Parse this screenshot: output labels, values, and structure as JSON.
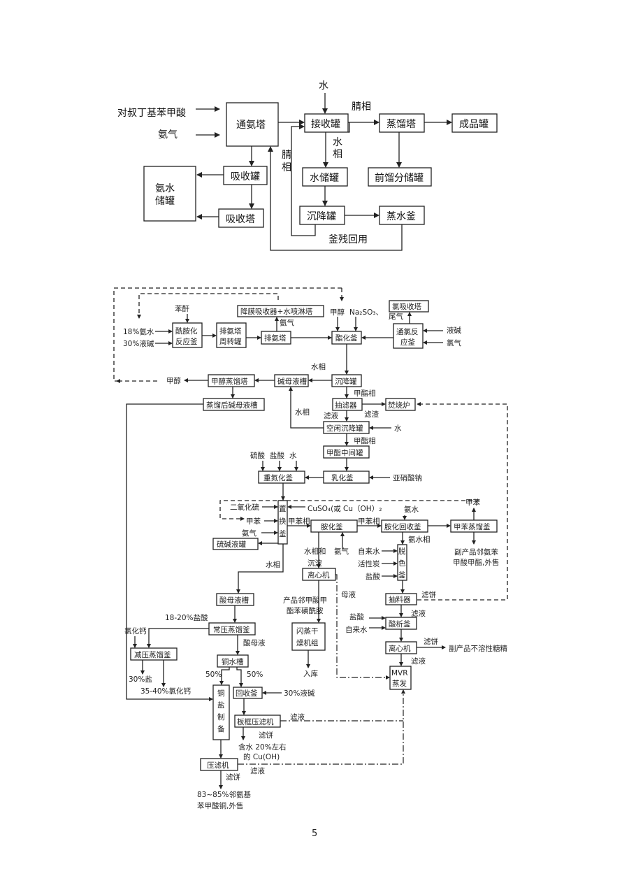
{
  "page_number": "5",
  "diagram1": {
    "inputs": {
      "acid": "对叔丁基苯甲酸",
      "ammonia": "氨气",
      "water": "水"
    },
    "boxes": {
      "ammonia_tower": "通氨塔",
      "absorb_tank": "吸收罐",
      "absorb_tower": "吸收塔",
      "ammonia_water_tank_1": "氨水",
      "ammonia_water_tank_2": "储罐",
      "receive_tank": "接收罐",
      "water_tank": "水储罐",
      "settle_tank": "沉降罐",
      "distill_tower": "蒸馏塔",
      "product_tank": "成品罐",
      "front_fraction_tank": "前馏分储罐",
      "steam_kettle": "蒸水釜"
    },
    "labels": {
      "nitrile_phase_top": "腈相",
      "water_phase_1": "水",
      "water_phase_2": "相",
      "nitrile_phase_left_1": "腈",
      "nitrile_phase_left_2": "相",
      "residue_reuse": "釜残回用"
    }
  },
  "diagram2": {
    "boxes": {
      "amidation_reactor_1": "酰胺化",
      "amidation_reactor_2": "反应釜",
      "deammonia_transfer_1": "排氨塔",
      "deammonia_transfer_2": "周转罐",
      "deammonia_tower": "排氨塔",
      "film_absorber": "降膜吸收器+水喷淋塔",
      "esterify_kettle": "酯化釜",
      "chlorine_absorber": "氯吸收塔",
      "chlorination_1": "通氯反",
      "chlorination_2": "应釜",
      "settle_tank": "沉降罐",
      "lye_tank": "碱母液槽",
      "methanol_still": "甲醇蒸馏塔",
      "post_distill_lye": "蒸馏后碱母液槽",
      "suction_filter": "抽滤器",
      "incinerator": "焚烧炉",
      "air_settle": "空闲沉降罐",
      "ester_intermediate": "甲酯中间罐",
      "emulsify_kettle": "乳化釜",
      "diazo_kettle": "重氮化釜",
      "displacement_1": "置",
      "displacement_2": "换",
      "displacement_3": "釜",
      "sulfite_tank": "硫碱液罐",
      "ammonolysis_kettle": "胺化釜",
      "ammonolysis_recovery": "胺化回收釜",
      "toluene_still": "甲苯蒸馏釜",
      "decolor_1": "脱",
      "decolor_2": "色",
      "decolor_3": "釜",
      "centrifuge_1": "离心机",
      "flash_dryer_1": "闪蒸干",
      "flash_dryer_2": "燥机组",
      "suction_filter_2": "抽料器",
      "acidify_kettle": "酸析釜",
      "centrifuge_2": "离心机",
      "mvr_1": "MVR",
      "mvr_2": "蒸发",
      "acid_mother_tank": "酸母液槽",
      "atm_still": "常压蒸馏釜",
      "vac_still": "减压蒸馏釜",
      "copper_water_tank": "铜水槽",
      "copper_salt_1": "铜",
      "copper_salt_2": "盐",
      "copper_salt_3": "制",
      "copper_salt_4": "备",
      "recovery_kettle": "回收釜",
      "plate_filter": "板框压滤机",
      "press_filter": "压滤机"
    },
    "labels": {
      "phthalic_anhydride": "苯酐",
      "ammonia_18": "18%氨水",
      "lye_30": "30%液碱",
      "ammonia_gas_1": "氨气",
      "methanol_in": "甲醇",
      "na2so3": "Na₂SO₃、",
      "tail_gas": "尾气",
      "liquid_lye": "液碱",
      "chlorine": "氯气",
      "water_phase_a": "水相",
      "methanol_out": "甲醇",
      "ester_phase_1": "甲酯相",
      "filter_residue": "滤渣",
      "filtrate_1": "滤液",
      "water_phase_b": "水相",
      "water_in": "水",
      "ester_phase_2": "甲酯相",
      "sulfuric": "硫酸",
      "hydrochloric": "盐酸",
      "water_2": "水",
      "sodium_nitrite": "亚硝酸钠",
      "so2": "二氧化硫",
      "cuso4": "CuSO₄(或 Cu（OH）₂",
      "toluene_in": "甲苯",
      "ammonia_gas_2": "氨气",
      "toluene_phase_1": "甲苯相",
      "toluene_phase_2": "甲苯相",
      "ammonia_water_in": "氨水",
      "toluene_out": "甲苯",
      "byproduct_1": "副产品邻氨苯",
      "byproduct_2": "甲酸甲酯,外售",
      "ammonia_water_phase": "氨水相",
      "water_phase_sed_1": "水相和",
      "water_phase_sed_2": "沉淀",
      "ammonia_gas_3": "氨气",
      "tap_water_1": "自来水",
      "activated_carbon": "活性炭",
      "hcl_1": "盐酸",
      "water_phase_c": "水相",
      "mother_liquor": "母液",
      "product_1": "产品邻甲酸甲",
      "product_2": "酯苯磺酰胺",
      "storage": "入库",
      "filter_cake_1": "滤饼",
      "hcl_2": "盐酸",
      "tap_water_2": "自来水",
      "filtrate_2": "滤液",
      "filter_cake_2": "滤饼",
      "byproduct_insoluble": "副产品不溶性糖精",
      "filtrate_3": "滤液",
      "hcl_18_20": "18-20%盐酸",
      "cacl2_in": "氯化钙",
      "acid_mother": "酸母液",
      "salt_30": "30%盐",
      "cacl2_35_40": "35-40%氯化钙",
      "pct50_a": "50%",
      "pct50_b": "50%",
      "lye_30_b": "30%液碱",
      "filtrate_4": "滤液",
      "filter_cake_3": "滤饼",
      "water20_1": "含水 20%左右",
      "water20_2": "的 Cu(OH)",
      "filtrate_5": "滤液",
      "filter_cake_4": "滤饼",
      "final_1": "83~85%邻氨基",
      "final_2": "苯甲酸铜,外售"
    }
  }
}
